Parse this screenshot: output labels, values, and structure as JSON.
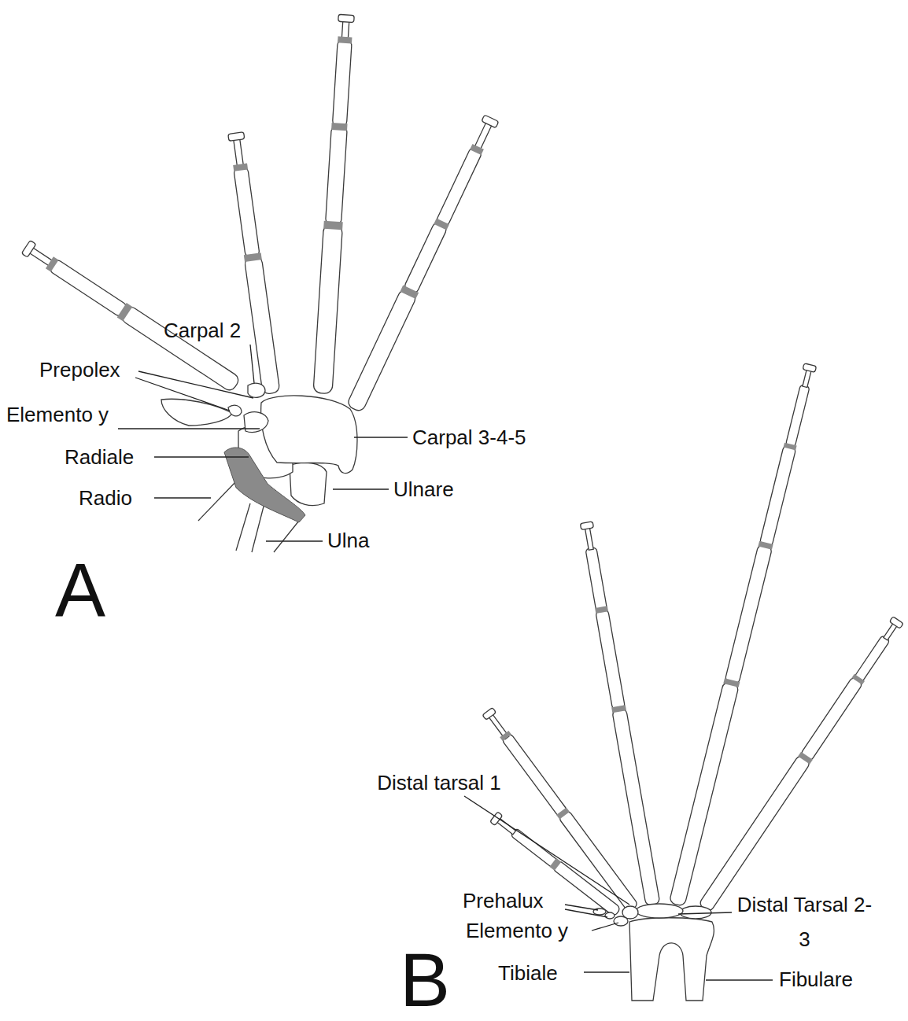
{
  "diagram": {
    "labels": [
      "Carpal 2",
      "Prepolex",
      "Elemento y",
      "Radiale",
      "Radio",
      "Carpal 3-4-5",
      "Ulnare",
      "Ulna",
      "A",
      "Distal tarsal 1",
      "Prehalux",
      "Elemento y",
      "Distal Tarsal 2-3",
      "Tibiale",
      "Fibulare",
      "B"
    ]
  }
}
